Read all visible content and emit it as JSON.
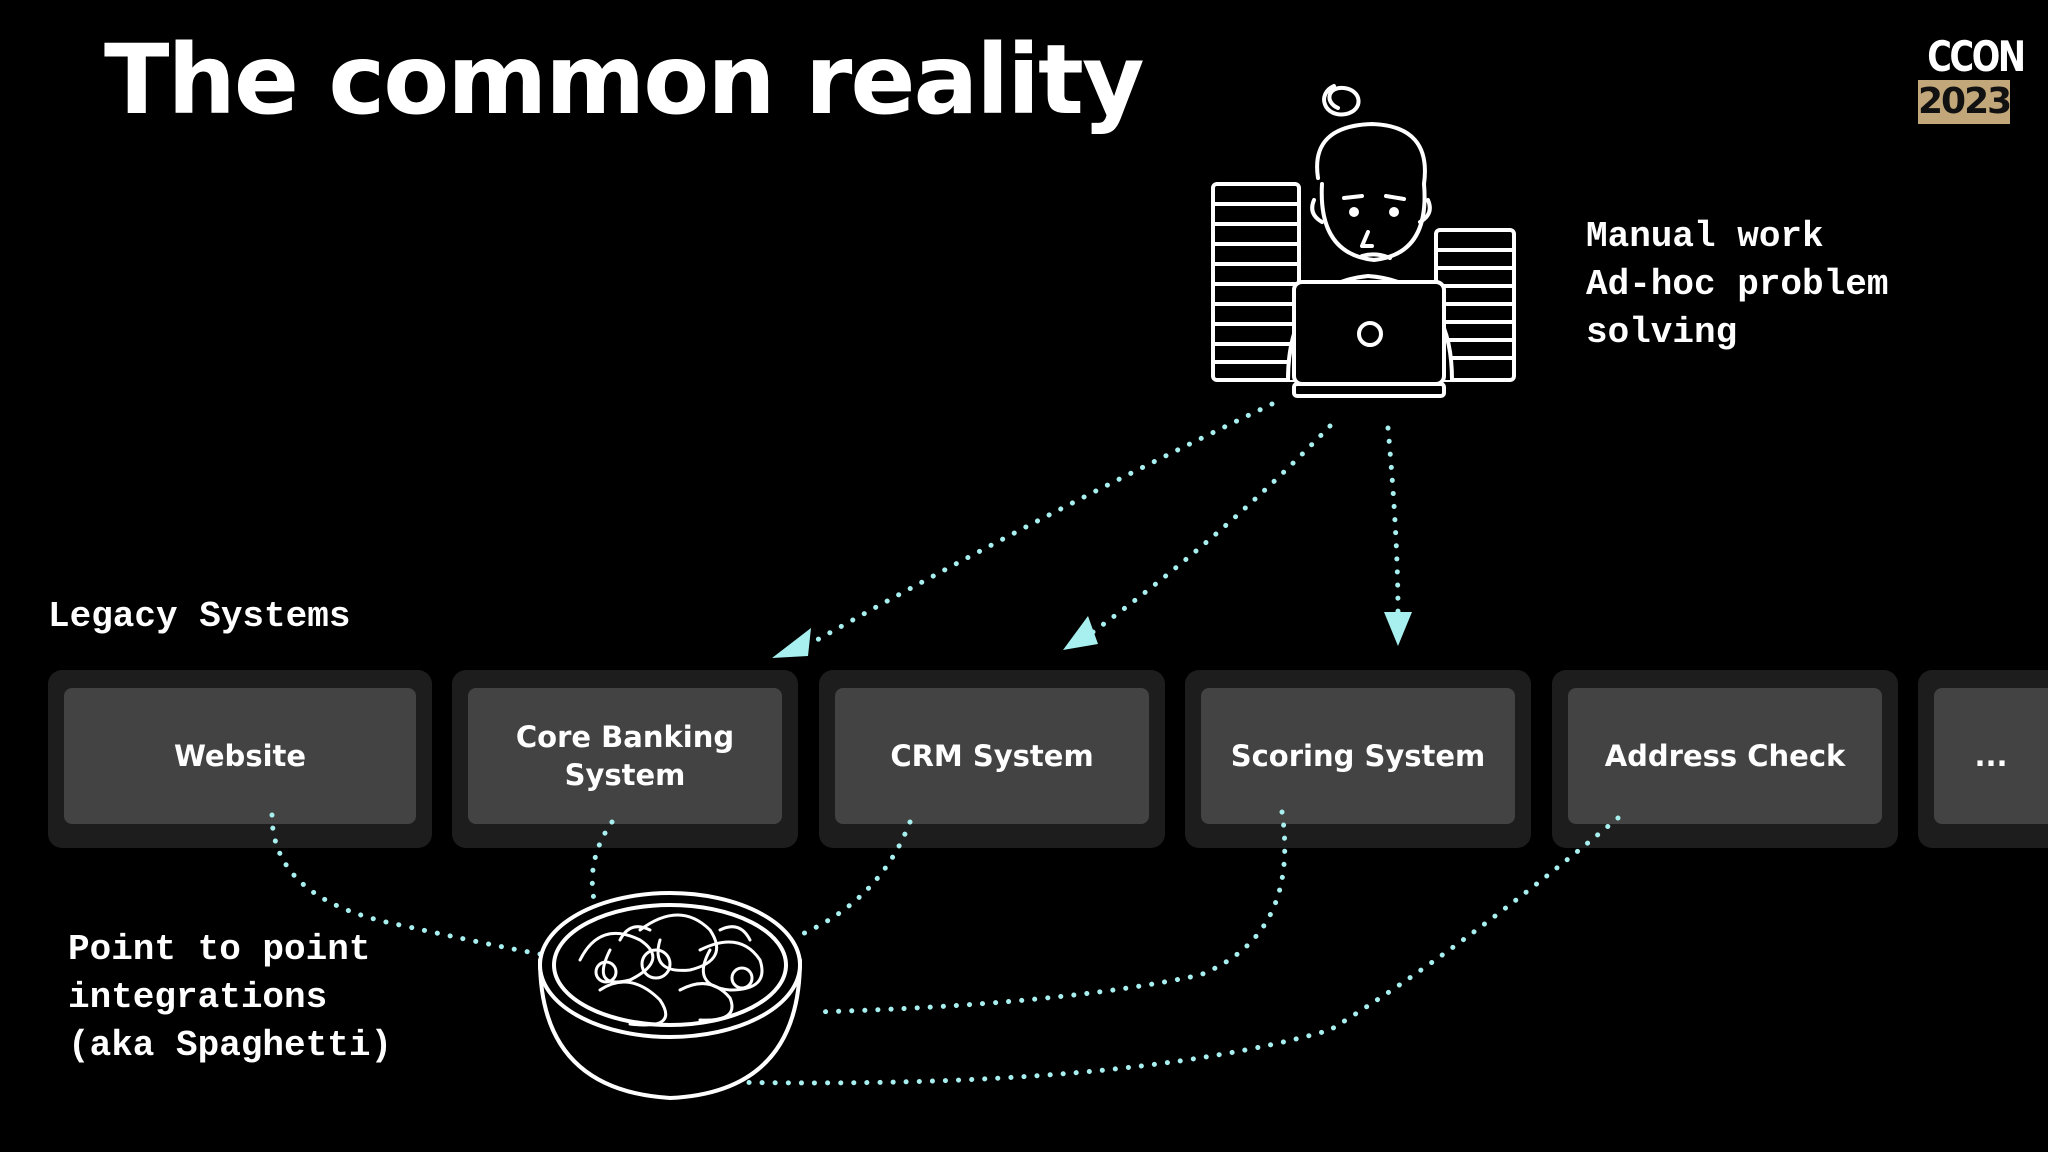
{
  "slide": {
    "title": "The common reality",
    "legacy_label": "Legacy Systems",
    "manual_notes": [
      "Manual work",
      "Ad-hoc problem",
      "solving"
    ],
    "spaghetti_notes": [
      "Point to point",
      "integrations",
      "(aka Spaghetti)"
    ],
    "systems": [
      "Website",
      "Core Banking System",
      "CRM System",
      "Scoring System",
      "Address Check",
      "..."
    ],
    "logo": {
      "text": "CCON",
      "year": "2023"
    }
  },
  "colors": {
    "background": "#000000",
    "box_outer": "#1d1d1d",
    "box_inner": "#434343",
    "arrow": "#a8efef",
    "logo_accent": "#c2a77a"
  },
  "icons": [
    "confused-person-icon",
    "laptop-icon",
    "paper-stack-icon",
    "spaghetti-bowl-icon",
    "arrowhead-icon"
  ]
}
